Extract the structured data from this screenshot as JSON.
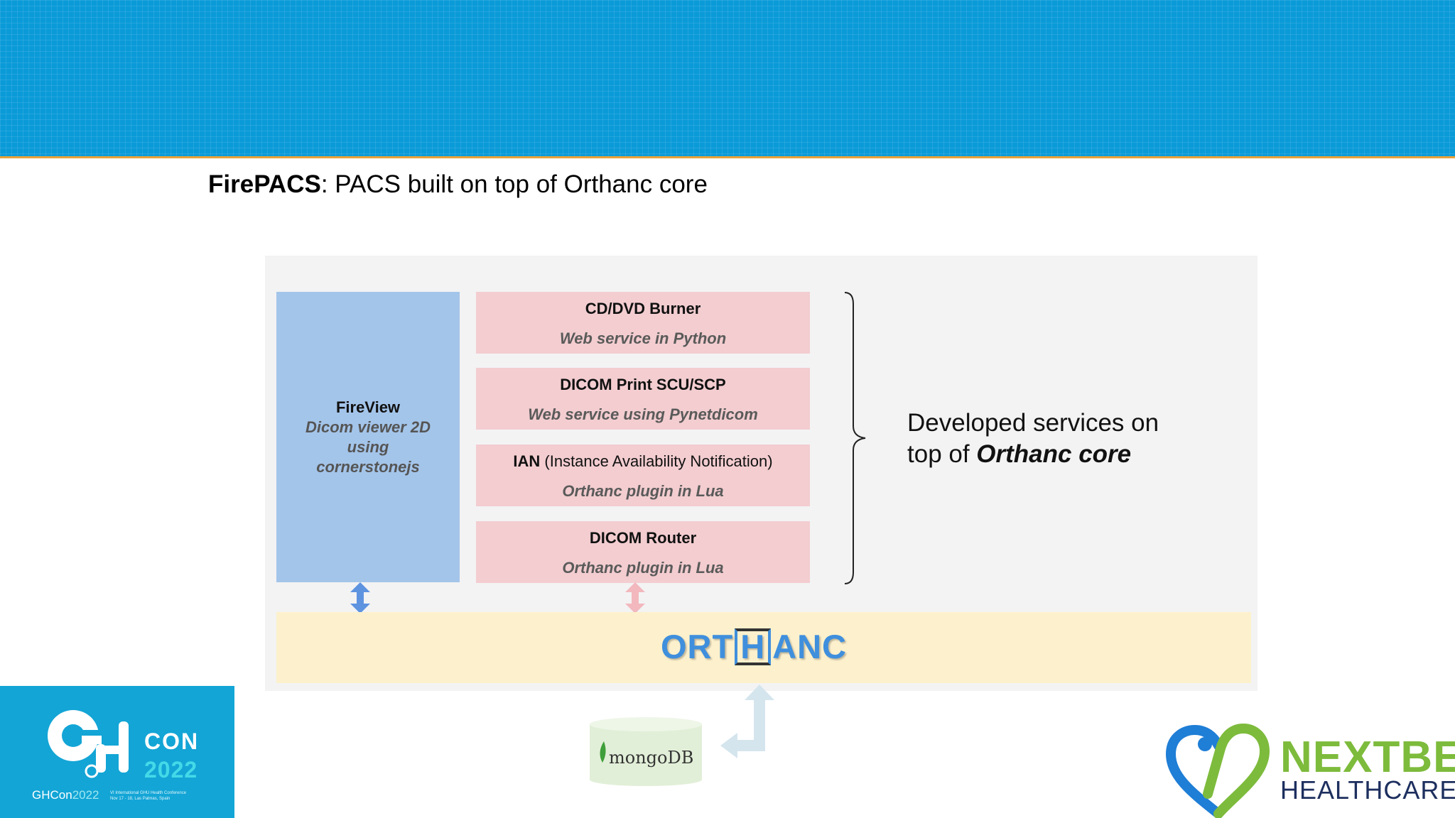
{
  "title": {
    "bold": "FirePACS",
    "rest": ": PACS built on top of Orthanc core"
  },
  "fireview": {
    "title": "FireView",
    "subtitle": "Dicom viewer 2D using cornerstonejs"
  },
  "services": [
    {
      "title_bold": "CD/DVD Burner",
      "title_rest": "",
      "subtitle": "Web service in Python"
    },
    {
      "title_bold": "DICOM Print SCU/SCP",
      "title_rest": "",
      "subtitle": "Web service using Pynetdicom"
    },
    {
      "title_bold": "IAN",
      "title_rest": " (Instance Availability Notification)",
      "subtitle": "Orthanc plugin in Lua"
    },
    {
      "title_bold": "DICOM Router",
      "title_rest": "",
      "subtitle": "Orthanc plugin in Lua"
    }
  ],
  "services_note": {
    "line1": "Developed services on",
    "line2_prefix": "top of ",
    "line2_emphasis": "Orthanc core"
  },
  "orthanc_logo": {
    "left": "ORT",
    "boxed": "H",
    "right": "ANC"
  },
  "database": {
    "label": "mongoDB"
  },
  "ghcon": {
    "con": "CON",
    "year": "2022",
    "footer_name": "GHCon",
    "footer_year": "2022",
    "footer_small_1": "VI International GHU Health Conference",
    "footer_small_2": "Nov 17 - 18, Las Palmas, Spain"
  },
  "nextbe": {
    "name": "NEXTBE",
    "sub": "HEALTHCARE"
  },
  "colors": {
    "banner": "#0a9ad8",
    "fireview": "#a4c5ea",
    "service": "#f3cdd0",
    "orthanc_bar": "#fdf1cd",
    "orthanc_text": "#3f8fdd",
    "nextbe_green": "#7dbb3c",
    "nextbe_navy": "#1d2f5e"
  }
}
